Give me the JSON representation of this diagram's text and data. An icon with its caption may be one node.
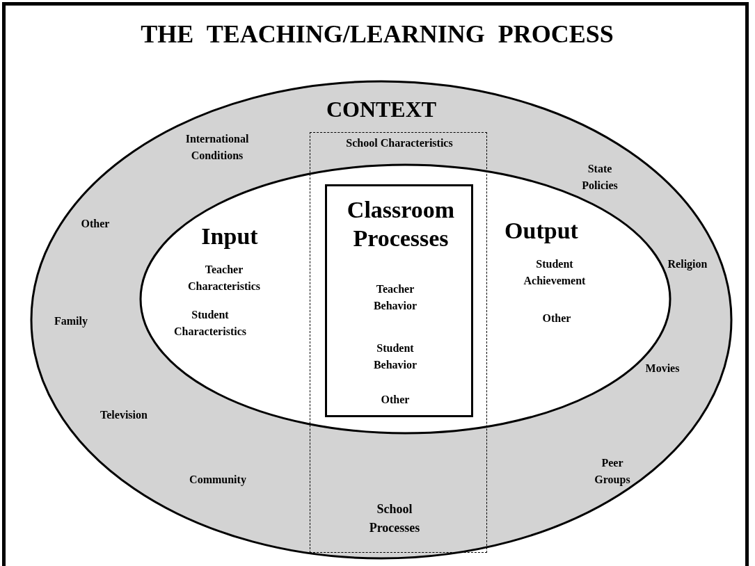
{
  "diagram": {
    "title": "THE TEACHING/LEARNING PROCESS",
    "nodes": [
      {
        "text": [
          "CONTEXT",
          "International Conditions",
          "Other",
          "Family",
          "Television",
          "Community",
          "State Policies",
          "Religion",
          "Movies",
          "Peer Groups"
        ]
      },
      {
        "text": [
          "Input",
          "Teacher Characteristics",
          "Student Characteristics",
          "Output",
          "Student Achievement",
          "Other"
        ],
        "in": 0
      },
      {
        "text": [
          "School Characteristics",
          "School Processes"
        ],
        "in": 0
      },
      {
        "text": [
          "Classroom Processes",
          "Teacher Behavior",
          "Student Behavior",
          "Other"
        ]
      }
    ],
    "edges": []
  }
}
